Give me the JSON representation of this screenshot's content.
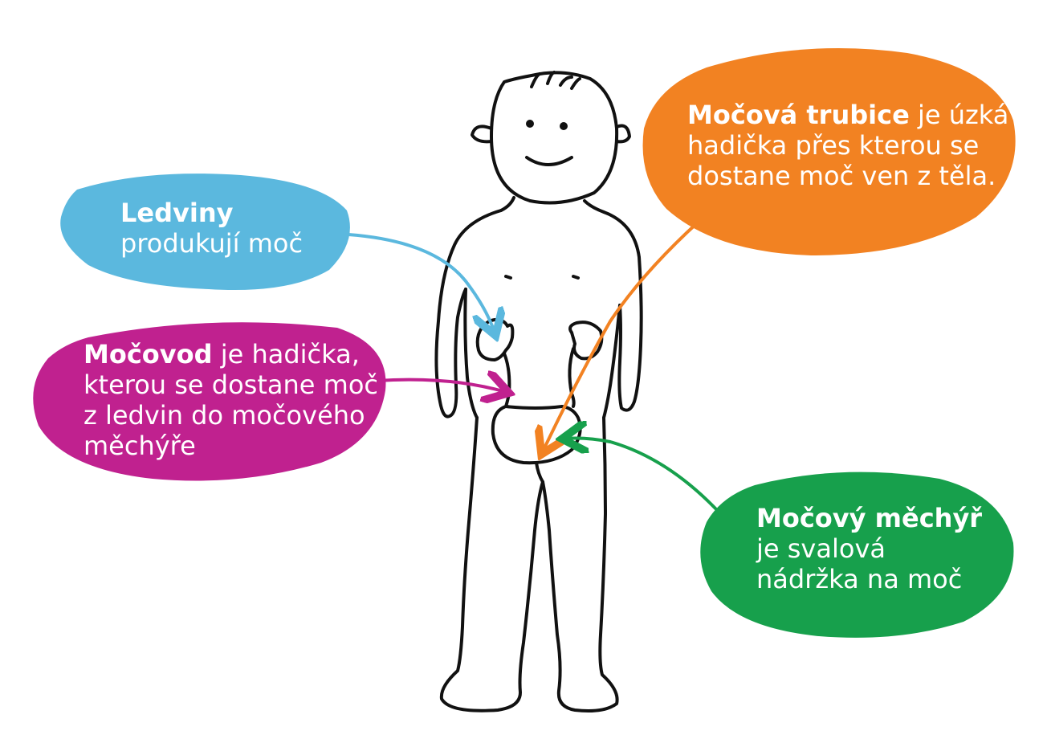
{
  "colors": {
    "kidney": "#5bb8de",
    "ureter": "#c0218f",
    "urethra": "#f28222",
    "bladder": "#17a04c",
    "outline": "#111111"
  },
  "callouts": {
    "ledviny": {
      "bold": "Ledviny",
      "lines": [
        "produkují moč"
      ]
    },
    "mocovod": {
      "bold": "Močovod",
      "after_bold": " je hadička,",
      "lines": [
        "kterou se dostane moč",
        "z ledvin do močového",
        "měchýře"
      ]
    },
    "trubice": {
      "bold": "Močová trubice",
      "after_bold": " je úzká",
      "lines": [
        "hadička přes kterou se",
        "dostane moč ven z těla."
      ]
    },
    "mechyr": {
      "bold": "Močový měchýř",
      "lines": [
        "je svalová",
        "nádržka na moč"
      ]
    }
  }
}
